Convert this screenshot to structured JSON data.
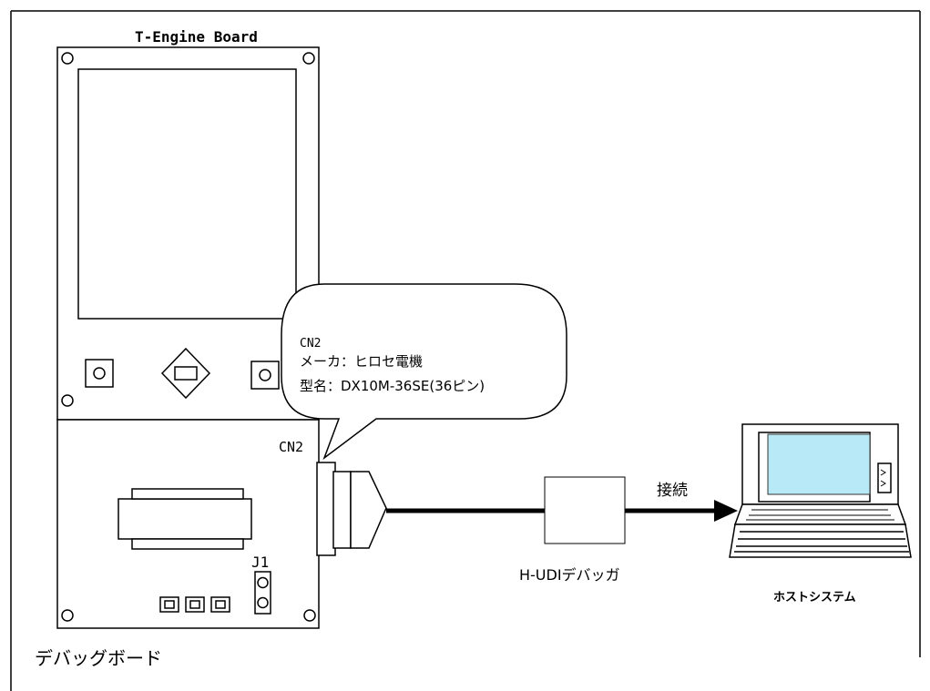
{
  "labels": {
    "t_engine_board": "T-Engine Board",
    "callout_line1": "CN2",
    "callout_line2": "メーカ：ヒロセ電機",
    "callout_line3": "型名：DX10M-36SE(36ピン)",
    "cn2_label": "CN2",
    "j1_label": "J1",
    "connect_label": "接続",
    "debugger_label": "H-UDIデバッガ",
    "host_system_label": "ホストシステム",
    "debug_board_label": "デバッグボード"
  },
  "colors": {
    "line": "#000000",
    "background": "#ffffff",
    "laptop_screen": "#b7e9f7"
  }
}
